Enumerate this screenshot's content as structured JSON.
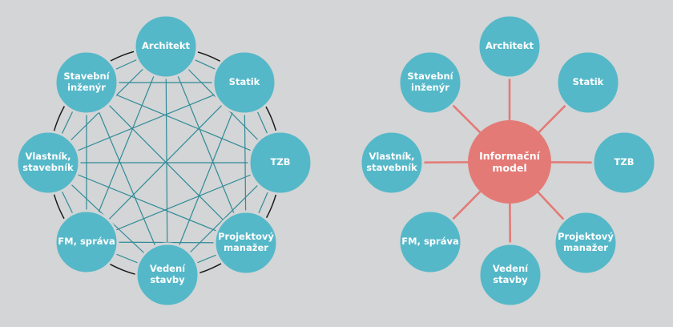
{
  "colors": {
    "background": "#d3d5d6",
    "node": "#55b8c9",
    "node_ring": "#d3d5d6",
    "mesh_line": "#2f8b98",
    "circle_line": "#1a1a1a",
    "center_node": "#e47a76",
    "spoke_line": "#e47a76",
    "label": "#ffffff"
  },
  "left_diagram": {
    "nodes": [
      {
        "id": "architekt",
        "label": "Architekt"
      },
      {
        "id": "statik",
        "label": "Statik"
      },
      {
        "id": "tzb",
        "label": "TZB"
      },
      {
        "id": "projektovy-manazer",
        "label": "Projektový\nmanažer"
      },
      {
        "id": "vedeni-stavby",
        "label": "Vedení\nstavby"
      },
      {
        "id": "fm-sprava",
        "label": "FM, správa"
      },
      {
        "id": "vlastnik-stavebnik",
        "label": "Vlastník,\nstavebník"
      },
      {
        "id": "stavebni-inzenyr",
        "label": "Stavební\ninženýr"
      }
    ]
  },
  "right_diagram": {
    "center": {
      "id": "informacni-model",
      "label": "Informační\nmodel"
    },
    "nodes": [
      {
        "id": "architekt",
        "label": "Architekt"
      },
      {
        "id": "statik",
        "label": "Statik"
      },
      {
        "id": "tzb",
        "label": "TZB"
      },
      {
        "id": "projektovy-manazer",
        "label": "Projektový\nmanažer"
      },
      {
        "id": "vedeni-stavby",
        "label": "Vedení\nstavby"
      },
      {
        "id": "fm-sprava",
        "label": "FM, správa"
      },
      {
        "id": "vlastnik-stavebnik",
        "label": "Vlastník,\nstavebník"
      },
      {
        "id": "stavebni-inzenyr",
        "label": "Stavební\ninženýr"
      }
    ]
  }
}
